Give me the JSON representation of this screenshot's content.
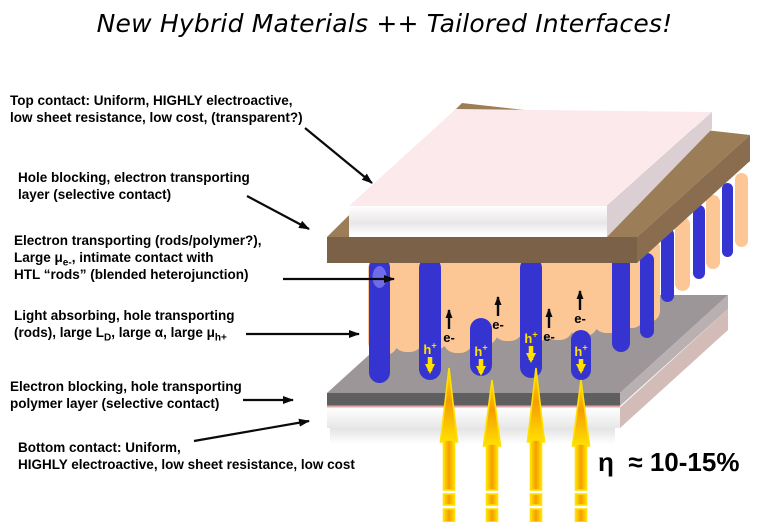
{
  "title": "New Hybrid Materials ++ Tailored Interfaces!",
  "labels": [
    {
      "id": "top-contact",
      "lines": [
        [
          {
            "t": "Top contact: Uniform, HIGHLY electroactive,"
          }
        ],
        [
          {
            "t": "low sheet resistance, low cost, (transparent?)"
          }
        ]
      ]
    },
    {
      "id": "hole-blocking",
      "lines": [
        [
          {
            "t": "Hole blocking, electron transporting"
          }
        ],
        [
          {
            "t": "layer (selective contact)"
          }
        ]
      ]
    },
    {
      "id": "electron-transporting",
      "lines": [
        [
          {
            "t": "Electron transporting (rods/polymer?),"
          }
        ],
        [
          {
            "t": "Large μ"
          },
          {
            "t": "e-",
            "sub": true
          },
          {
            "t": ", intimate contact with"
          }
        ],
        [
          {
            "t": "HTL “rods” (blended heterojunction)"
          }
        ]
      ]
    },
    {
      "id": "light-absorbing",
      "lines": [
        [
          {
            "t": "Light absorbing, hole transporting"
          }
        ],
        [
          {
            "t": "(rods), large L"
          },
          {
            "t": "D",
            "sub": true
          },
          {
            "t": ", large α, large μ"
          },
          {
            "t": "h+",
            "sub": true
          }
        ]
      ]
    },
    {
      "id": "electron-blocking",
      "lines": [
        [
          {
            "t": "Electron blocking, hole transporting"
          }
        ],
        [
          {
            "t": "polymer layer (selective contact)"
          }
        ]
      ]
    },
    {
      "id": "bottom-contact",
      "lines": [
        [
          {
            "t": "Bottom contact: Uniform,"
          }
        ],
        [
          {
            "t": "HIGHLY electroactive, low sheet resistance, low cost"
          }
        ]
      ]
    }
  ],
  "carriers": {
    "electron": "e-",
    "hole": [
      [
        {
          "t": "h"
        },
        {
          "t": "+",
          "sup": true
        }
      ]
    ]
  },
  "efficiency": "η  ≈ 10-15%",
  "palette": {
    "rod-blue": "#3634d0",
    "rod-blue-hi": "#6f6ce8",
    "rod-peach": "#fcc795",
    "brown-front": "#7b6148",
    "brown-top": "#9b7d58",
    "brown-side": "#8a6d4e",
    "pink-top": "#fbe9ec",
    "pink-side": "#dbcfd3",
    "gray-top": "#9c9698",
    "gray-front": "#5f5f5f",
    "gray-side": "#b9b0b2",
    "bottom-side": "#d3bcb8",
    "red-line": "#dfa8a8",
    "arrow-yellow": "#ffe000",
    "arrow-orange": "#f59d00",
    "ink": "#000000"
  }
}
